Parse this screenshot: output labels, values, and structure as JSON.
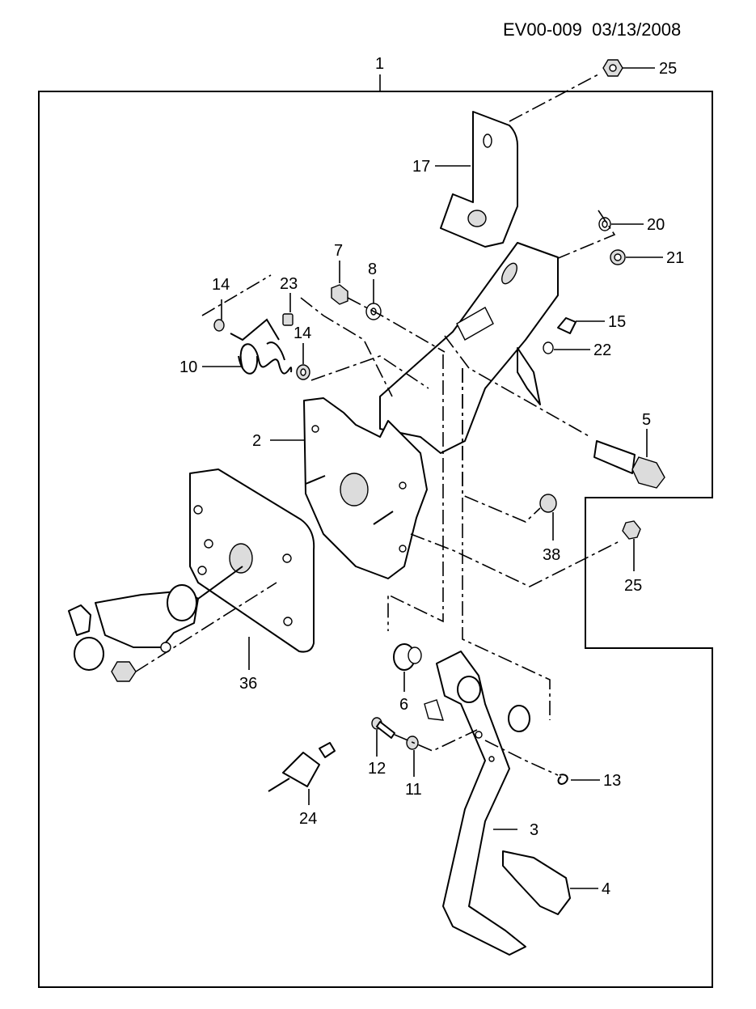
{
  "header": {
    "code": "EV00-009",
    "date": "03/13/2008"
  },
  "callouts": {
    "c1": "1",
    "c2": "2",
    "c3": "3",
    "c4": "4",
    "c5": "5",
    "c6": "6",
    "c7": "7",
    "c8": "8",
    "c10": "10",
    "c11": "11",
    "c12": "12",
    "c13": "13",
    "c14a": "14",
    "c14b": "14",
    "c15": "15",
    "c17": "17",
    "c20": "20",
    "c21": "21",
    "c22": "22",
    "c23": "23",
    "c24": "24",
    "c25a": "25",
    "c25b": "25",
    "c36": "36",
    "c38": "38"
  }
}
